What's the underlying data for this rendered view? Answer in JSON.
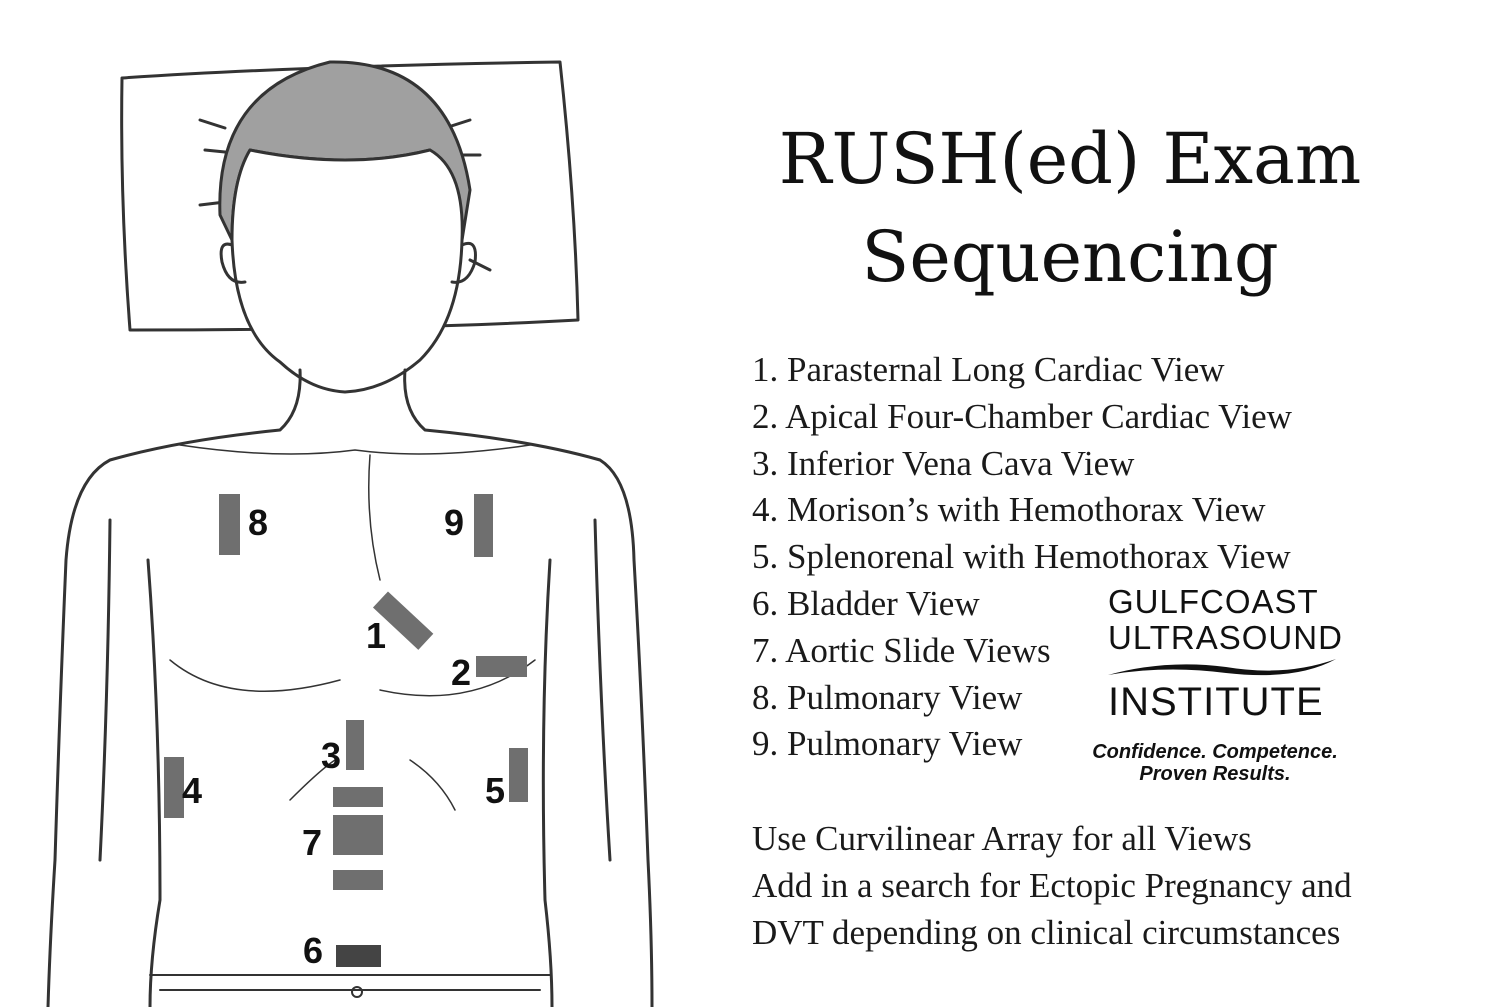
{
  "title": {
    "line1": "RUSH(ed) Exam",
    "line2": "Sequencing"
  },
  "views": [
    "1. Parasternal Long Cardiac View",
    "2. Apical Four-Chamber Cardiac View",
    "3. Inferior Vena Cava View",
    "4. Morison’s with Hemothorax View",
    "5. Splenorenal with Hemothorax View",
    "6. Bladder View",
    "7. Aortic Slide Views",
    "8. Pulmonary View",
    "9. Pulmonary View"
  ],
  "notes": [
    "Use Curvilinear Array for all Views",
    "Add in a search for Ectopic Pregnancy and",
    "DVT depending on clinical circumstances"
  ],
  "logo": {
    "line1": "GULFCOAST",
    "line2": "ULTRASOUND",
    "line3": "INSTITUTE",
    "tagline1": "Confidence. Competence.",
    "tagline2": "Proven Results."
  },
  "probes": {
    "p1": "1",
    "p2": "2",
    "p3": "3",
    "p4": "4",
    "p5": "5",
    "p6": "6",
    "p7": "7",
    "p8": "8",
    "p9": "9"
  },
  "colors": {
    "probe": "#6f6f6f",
    "hair": "#a0a0a0",
    "line": "#333333"
  }
}
